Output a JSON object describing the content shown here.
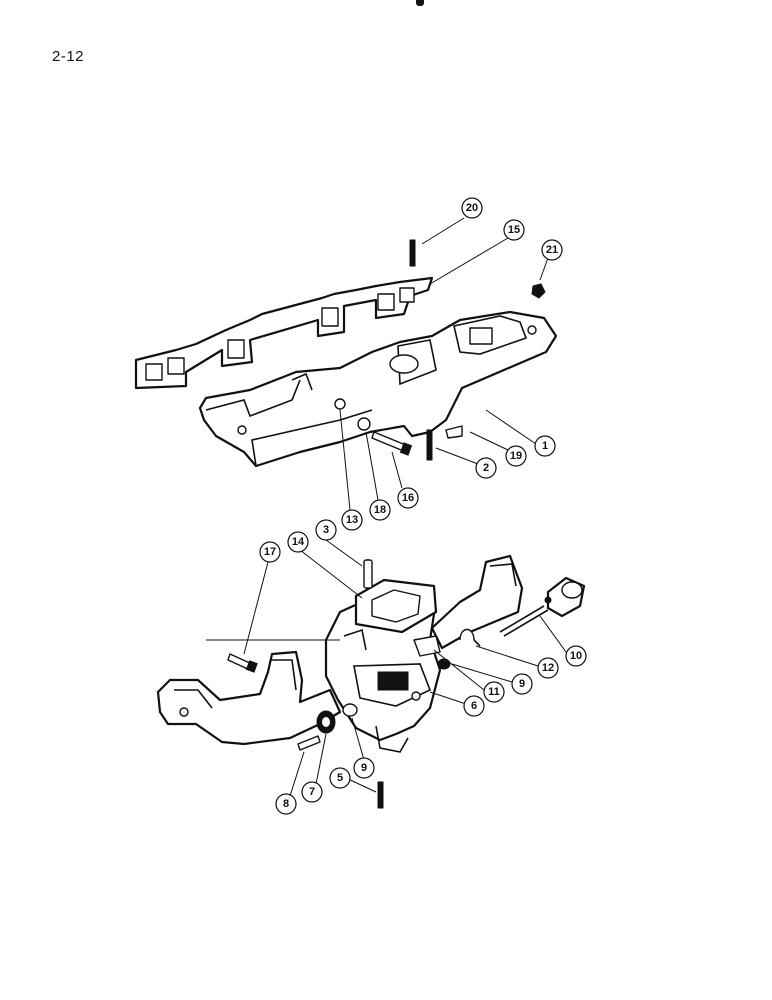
{
  "page": {
    "number": "2-12"
  },
  "callouts": [
    {
      "id": "c20",
      "label": "20"
    },
    {
      "id": "c15",
      "label": "15"
    },
    {
      "id": "c21",
      "label": "21"
    },
    {
      "id": "c1",
      "label": "1"
    },
    {
      "id": "c19",
      "label": "19"
    },
    {
      "id": "c2",
      "label": "2"
    },
    {
      "id": "c16",
      "label": "16"
    },
    {
      "id": "c18",
      "label": "18"
    },
    {
      "id": "c13",
      "label": "13"
    },
    {
      "id": "c17",
      "label": "17"
    },
    {
      "id": "c14",
      "label": "14"
    },
    {
      "id": "c3",
      "label": "3"
    },
    {
      "id": "c10",
      "label": "10"
    },
    {
      "id": "c12",
      "label": "12"
    },
    {
      "id": "c9a",
      "label": "9"
    },
    {
      "id": "c11",
      "label": "11"
    },
    {
      "id": "c6",
      "label": "6"
    },
    {
      "id": "c9b",
      "label": "9"
    },
    {
      "id": "c5",
      "label": "5"
    },
    {
      "id": "c7",
      "label": "7"
    },
    {
      "id": "c8",
      "label": "8"
    }
  ]
}
